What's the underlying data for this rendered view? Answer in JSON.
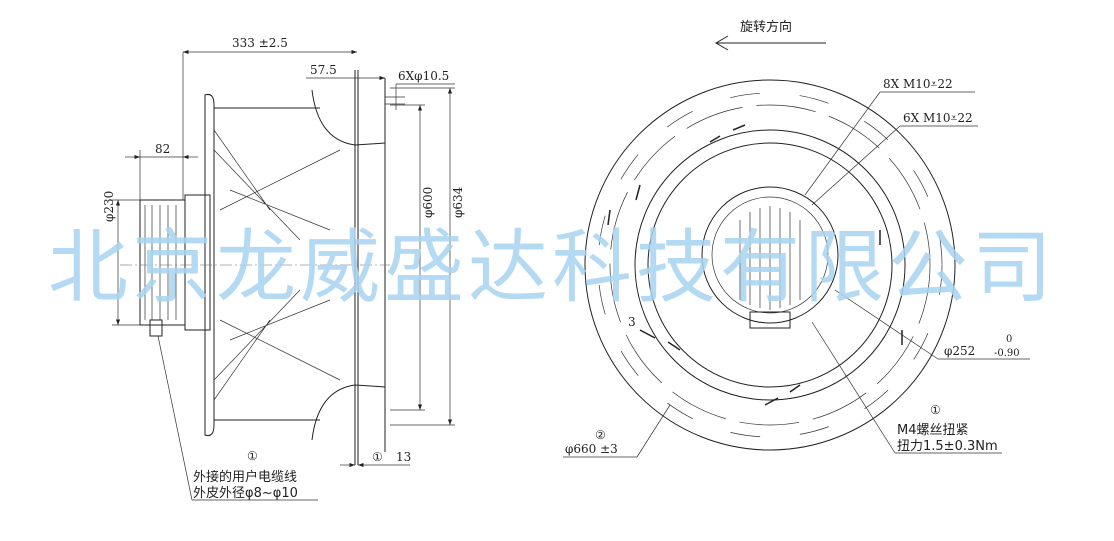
{
  "side_view": {
    "dim_length": "333 ±2.5",
    "dim_flange": "57.5",
    "dim_holes": "6Xφ10.5",
    "dim_hub_depth": "82",
    "dim_hub_dia": "φ230",
    "dim_inlet_dia": "φ600",
    "dim_outer_dia": "φ634",
    "dim_ring_thickness": "13",
    "ring_marker": "①",
    "cable_marker": "①",
    "cable_note_line1": "外接的用户电缆线",
    "cable_note_line2": "外皮外径φ8~φ10"
  },
  "front_view": {
    "rotation_label": "旋转方向",
    "bolt_8x": "8X M10⩡22",
    "bolt_6x": "6X M10⩡22",
    "dia_252": "φ252",
    "tol_upper": "0",
    "tol_lower": "-0.90",
    "marker_2": "②",
    "dia_660": "φ660 ±3",
    "marker_1": "①",
    "screw_note_line1": "M4螺丝扭紧",
    "screw_note_line2": "扭力1.5±0.3Nm",
    "side_mark": "3"
  },
  "watermark": "北京龙威盛达科技有限公司"
}
